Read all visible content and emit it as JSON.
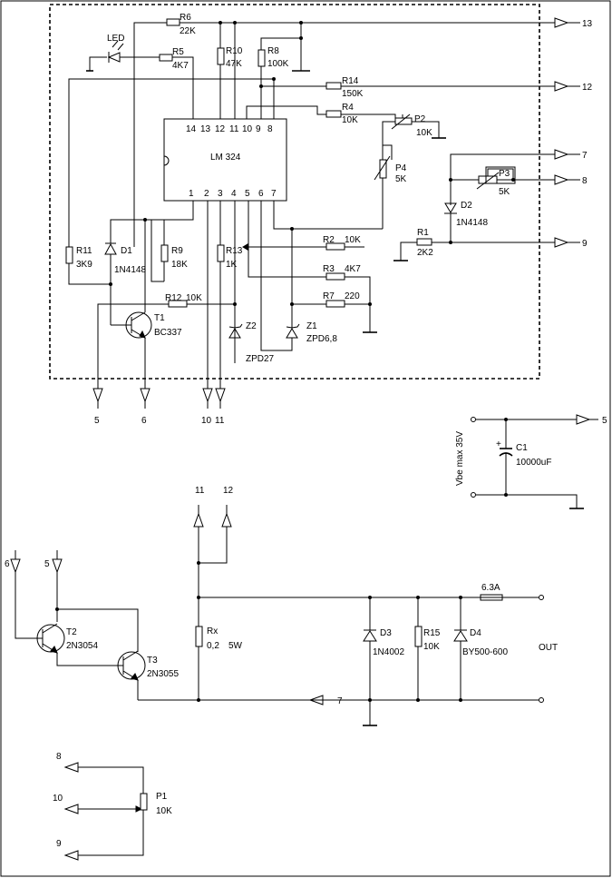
{
  "ic": {
    "name": "LM 324",
    "pins_top": [
      "14",
      "13",
      "12",
      "11",
      "10",
      "9",
      "8"
    ],
    "pins_bottom": [
      "1",
      "2",
      "3",
      "4",
      "5",
      "6",
      "7"
    ]
  },
  "resistors": [
    {
      "id": "R6",
      "value": "22K"
    },
    {
      "id": "R5",
      "value": "4K7"
    },
    {
      "id": "R10",
      "value": "47K"
    },
    {
      "id": "R8",
      "value": "100K"
    },
    {
      "id": "R14",
      "value": "150K"
    },
    {
      "id": "R4",
      "value": "10K"
    },
    {
      "id": "R11",
      "value": "3K9"
    },
    {
      "id": "R9",
      "value": "18K"
    },
    {
      "id": "R13",
      "value": "1K"
    },
    {
      "id": "R2",
      "value": "10K"
    },
    {
      "id": "R3",
      "value": "4K7"
    },
    {
      "id": "R1",
      "value": "2K2"
    },
    {
      "id": "R7",
      "value": "220"
    },
    {
      "id": "R12",
      "value": "10K"
    },
    {
      "id": "R15",
      "value": "10K"
    },
    {
      "id": "Rx",
      "value": "0,2",
      "extra": "5W"
    }
  ],
  "pots": [
    {
      "id": "P2",
      "value": "10K"
    },
    {
      "id": "P4",
      "value": "5K"
    },
    {
      "id": "P3",
      "value": "5K"
    },
    {
      "id": "P1",
      "value": "10K"
    }
  ],
  "diodes": [
    {
      "id": "D1",
      "value": "1N4148"
    },
    {
      "id": "D2",
      "value": "1N4148"
    },
    {
      "id": "D3",
      "value": "1N4002"
    },
    {
      "id": "D4",
      "value": "BY500-600"
    },
    {
      "id": "Z1",
      "value": "ZPD6,8"
    },
    {
      "id": "Z2",
      "value": "ZPD27"
    },
    {
      "id": "LED",
      "value": ""
    }
  ],
  "transistors": [
    {
      "id": "T1",
      "value": "BC337"
    },
    {
      "id": "T2",
      "value": "2N3054"
    },
    {
      "id": "T3",
      "value": "2N3055"
    }
  ],
  "capacitor": {
    "id": "C1",
    "value": "10000uF",
    "rating": "Vbe max 35V"
  },
  "fuse": {
    "value": "6.3A"
  },
  "out_label": "OUT",
  "terminals": {
    "t13": "13",
    "t12": "12",
    "t7": "7",
    "t8": "8",
    "t9": "9",
    "b5": "5",
    "b6": "6",
    "b10": "10",
    "b11": "11",
    "c5": "5",
    "p11": "11",
    "p12": "12",
    "d6": "6",
    "d5": "5",
    "rx7": "7",
    "p8": "8",
    "p10": "10",
    "p9": "9"
  }
}
